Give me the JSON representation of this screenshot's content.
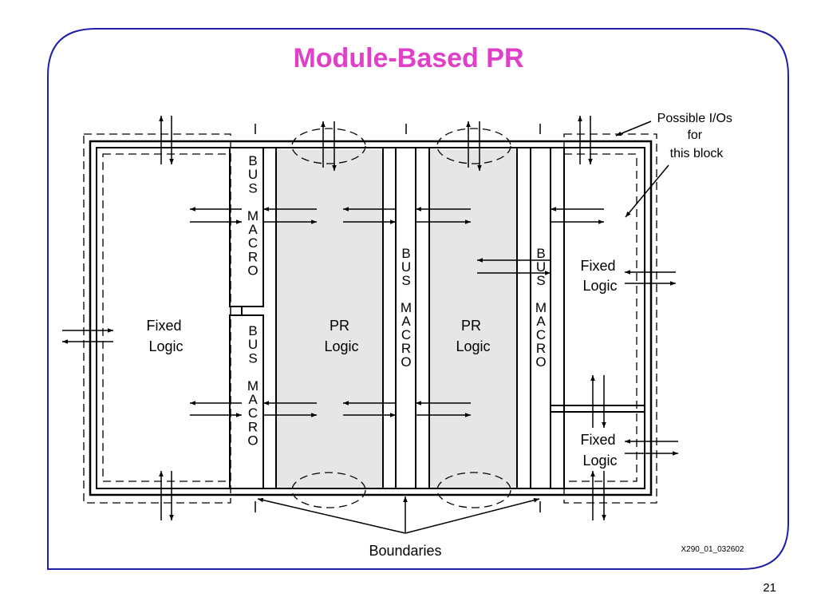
{
  "slide": {
    "title": "Module-Based PR",
    "page_number": "21",
    "title_color": "#e040c8",
    "frame_color": "#1f1fa8"
  },
  "diagram": {
    "bus_macro_letters": [
      "B",
      "U",
      "S",
      "",
      "M",
      "A",
      "C",
      "R",
      "O"
    ],
    "fixed_logic_label": [
      "Fixed",
      "Logic"
    ],
    "pr_logic_label": [
      "PR",
      "Logic"
    ],
    "possible_ios_label": [
      "Possible I/Os",
      "for",
      "this block"
    ],
    "boundaries_label": "Boundaries",
    "figure_code": "X290_01_032602",
    "pr_region_color": "#e6e6e6"
  }
}
